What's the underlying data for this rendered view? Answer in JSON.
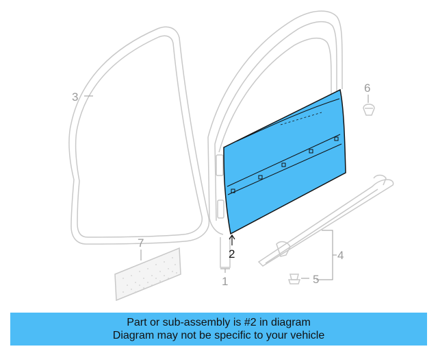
{
  "diagram": {
    "callouts": {
      "c1": "1",
      "c2": "2",
      "c3": "3",
      "c4": "4",
      "c5": "5",
      "c6": "6",
      "c7": "7"
    },
    "highlight_color": "#4dbcf6",
    "highlighted_part": "2"
  },
  "banner": {
    "line1": "Part or sub-assembly is #2 in diagram",
    "line2": "Diagram may not be specific to your vehicle"
  }
}
